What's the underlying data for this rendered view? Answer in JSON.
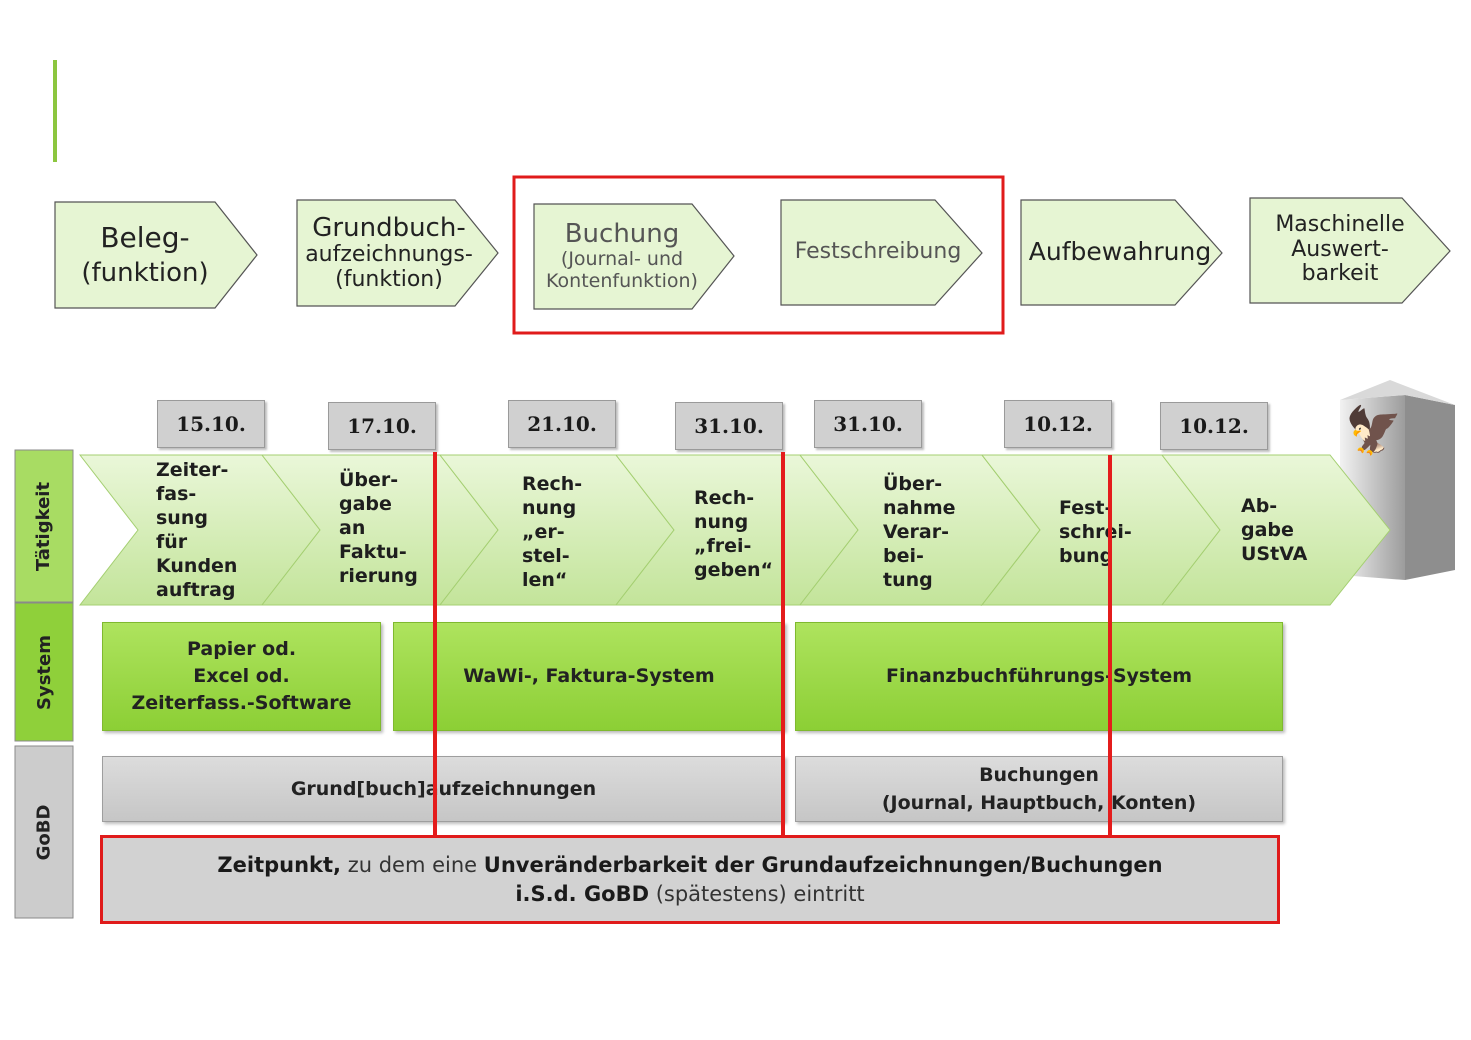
{
  "stages": [
    {
      "line1": "Beleg-",
      "line2": "(funktion)",
      "line3": ""
    },
    {
      "line1": "Grundbuch-",
      "line2": "aufzeichnungs-",
      "line3": "(funktion)"
    },
    {
      "line1": "Buchung",
      "line2": "(Journal- und",
      "line3": "Kontenfunktion)"
    },
    {
      "line1": "Festschreibung",
      "line2": "",
      "line3": ""
    },
    {
      "line1": "Aufbewahrung",
      "line2": "",
      "line3": ""
    },
    {
      "line1": "Maschinelle",
      "line2": "Auswert-",
      "line3": "barkeit"
    }
  ],
  "dates": [
    "15.10.",
    "17.10.",
    "21.10.",
    "31.10.",
    "31.10.",
    "10.12.",
    "10.12."
  ],
  "row_labels": {
    "activity": "Tätigkeit",
    "system": "System",
    "gobd": "GoBD"
  },
  "activities": [
    "Zeiter-\nfas-\nsung\nfür\nKunden\nauftrag",
    "Über-\ngabe\nan\nFaktu-\nrierung",
    "Rech-\nnung\n„er-\nstel-\nlen“",
    "Rech-\nnung\n„frei-\ngeben“",
    "Über-\nnahme\nVerar-\nbei-\ntung",
    "Fest-\nschrei-\nbung",
    "Ab-\ngabe\nUStVA"
  ],
  "systems": [
    {
      "line1": "Papier od.",
      "line2": "Excel od.",
      "line3": "Zeiterfass.-Software"
    },
    {
      "line1": "WaWi-, Faktura-System",
      "line2": "",
      "line3": ""
    },
    {
      "line1": "Finanzbuchführungs-System",
      "line2": "",
      "line3": ""
    }
  ],
  "gobd_boxes": [
    {
      "line1": "Grund[buch]aufzeichnungen",
      "line2": ""
    },
    {
      "line1": "Buchungen",
      "line2": "(Journal, Hauptbuch, Konten)"
    }
  ],
  "bottom": {
    "bold1": "Zeitpunkt,",
    "text1": " zu dem eine ",
    "bold2": "Unveränderbarkeit der Grundaufzeichnungen/Buchungen",
    "bold3": "i.S.d. GoBD",
    "text2": " (spätestens) eintritt"
  },
  "colors": {
    "accent_green": "#8cc63f",
    "highlight_red": "#e01b1b",
    "stage_fill": "#e6f5d3",
    "system_fill": "#9bd646"
  }
}
